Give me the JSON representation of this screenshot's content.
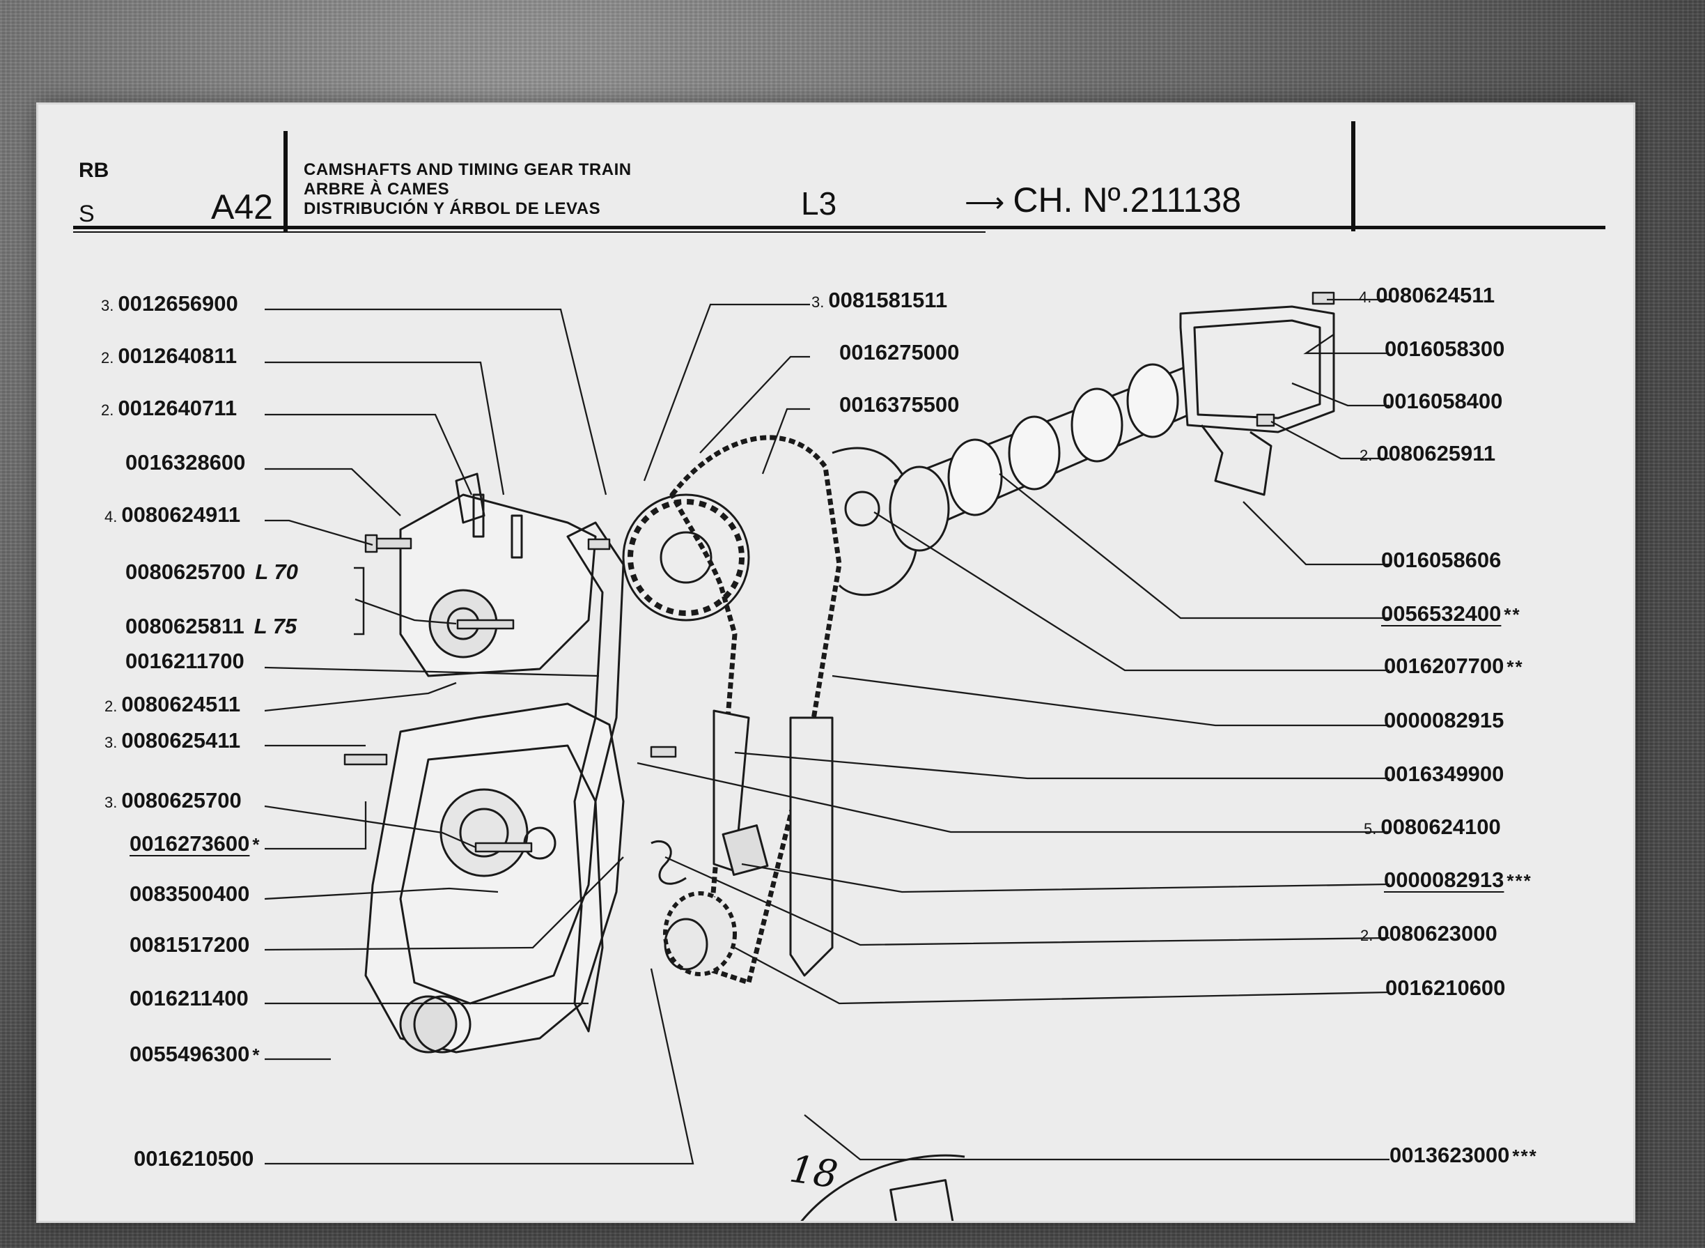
{
  "header": {
    "market_line1": "RB",
    "market_line2": "S",
    "page_code": "A42",
    "title_en": "CAMSHAFTS AND TIMING GEAR TRAIN",
    "title_fr": "ARBRE À CAMES",
    "title_es": "DISTRIBUCIÓN Y ÁRBOL DE LEVAS",
    "model": "L3",
    "chassis_arrow": "⟶",
    "chassis": "CH. Nº.211138"
  },
  "left_parts": [
    {
      "qty": "3.",
      "number": "0012656900",
      "mark": "",
      "underline": false
    },
    {
      "qty": "2.",
      "number": "0012640811",
      "mark": "",
      "underline": false
    },
    {
      "qty": "2.",
      "number": "0012640711",
      "mark": "",
      "underline": false
    },
    {
      "qty": "",
      "number": "0016328600",
      "mark": "",
      "underline": false
    },
    {
      "qty": "4.",
      "number": "0080624911",
      "mark": "",
      "underline": false
    },
    {
      "qty": "",
      "number": "0080625700",
      "mark": "",
      "underline": false,
      "length": "L  70"
    },
    {
      "qty": "",
      "number": "0080625811",
      "mark": "",
      "underline": false,
      "length": "L  75"
    },
    {
      "qty": "",
      "number": "0016211700",
      "mark": "",
      "underline": false
    },
    {
      "qty": "2.",
      "number": "0080624511",
      "mark": "",
      "underline": false
    },
    {
      "qty": "3.",
      "number": "0080625411",
      "mark": "",
      "underline": false
    },
    {
      "qty": "3.",
      "number": "0080625700",
      "mark": "",
      "underline": false
    },
    {
      "qty": "",
      "number": "0016273600",
      "mark": "*",
      "underline": true
    },
    {
      "qty": "",
      "number": "0083500400",
      "mark": "",
      "underline": false
    },
    {
      "qty": "",
      "number": "0081517200",
      "mark": "",
      "underline": false
    },
    {
      "qty": "",
      "number": "0016211400",
      "mark": "",
      "underline": false
    },
    {
      "qty": "",
      "number": "0055496300",
      "mark": "*",
      "underline": false
    },
    {
      "qty": "",
      "number": "0016210500",
      "mark": "",
      "underline": false
    }
  ],
  "center_parts": [
    {
      "qty": "3.",
      "number": "0081581511",
      "mark": "",
      "underline": false
    },
    {
      "qty": "",
      "number": "0016275000",
      "mark": "",
      "underline": false
    },
    {
      "qty": "",
      "number": "0016375500",
      "mark": "",
      "underline": false
    }
  ],
  "right_parts": [
    {
      "qty": "4.",
      "number": "0080624511",
      "mark": "",
      "underline": false
    },
    {
      "qty": "",
      "number": "0016058300",
      "mark": "",
      "underline": false
    },
    {
      "qty": "",
      "number": "0016058400",
      "mark": "",
      "underline": false
    },
    {
      "qty": "2.",
      "number": "0080625911",
      "mark": "",
      "underline": false
    },
    {
      "qty": "",
      "number": "0016058606",
      "mark": "",
      "underline": false
    },
    {
      "qty": "",
      "number": "0056532400",
      "mark": "**",
      "underline": true
    },
    {
      "qty": "",
      "number": "0016207700",
      "mark": "**",
      "underline": false
    },
    {
      "qty": "",
      "number": "0000082915",
      "mark": "",
      "underline": false
    },
    {
      "qty": "",
      "number": "0016349900",
      "mark": "",
      "underline": false
    },
    {
      "qty": "5.",
      "number": "0080624100",
      "mark": "",
      "underline": false
    },
    {
      "qty": "",
      "number": "0000082913",
      "mark": "***",
      "underline": true
    },
    {
      "qty": "2.",
      "number": "0080623000",
      "mark": "",
      "underline": false
    },
    {
      "qty": "",
      "number": "0016210600",
      "mark": "",
      "underline": false
    },
    {
      "qty": "",
      "number": "0013623000",
      "mark": "***",
      "underline": false
    }
  ],
  "handwritten_page": "18"
}
